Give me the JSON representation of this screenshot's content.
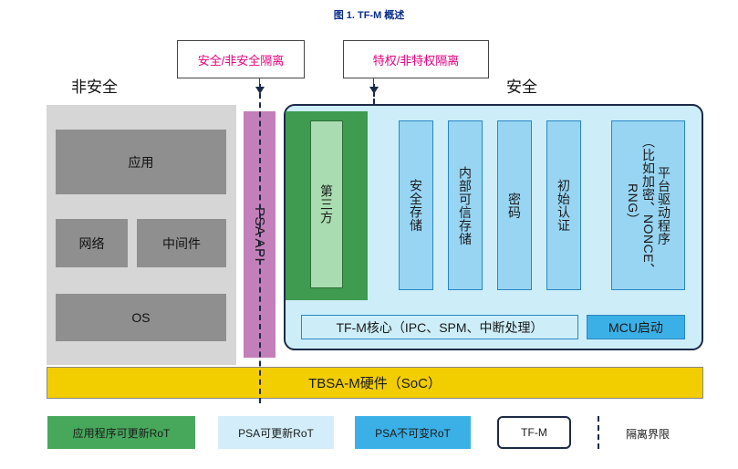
{
  "figure_title": "图 1. TF-M 概述",
  "callouts": {
    "secure_boundary": "安全/非安全隔离",
    "privilege_boundary": "特权/非特权隔离"
  },
  "zones": {
    "non_secure": "非安全",
    "secure": "安全"
  },
  "non_secure_blocks": {
    "application": "应用",
    "network": "网络",
    "middleware": "中间件",
    "os": "OS"
  },
  "psa_api": "PSA API",
  "third_party": "第三方",
  "secure_services": [
    "安全存储",
    "内部可信存储",
    "密码",
    "初始认证",
    "平台驱动程序\n（比如加密、NONCE、\nRNG）"
  ],
  "tfm_core": "TF-M核心（IPC、SPM、中断处理）",
  "mcu_boot": "MCU启动",
  "hardware": "TBSA-M硬件（SoC）",
  "legend": {
    "app_updatable": "应用程序可更新RoT",
    "psa_updatable": "PSA可更新RoT",
    "psa_immutable": "PSA不可变RoT",
    "tfm": "TF-M",
    "isolation_boundary": "隔离界限"
  },
  "colors": {
    "app_rot": "#47a85c",
    "psa_updatable_rot": "#98d5f3",
    "psa_immutable_rot": "#3bb0e6",
    "psa_api": "#c37fba",
    "hardware": "#f2cd00",
    "tfm_border": "#1b2a48"
  }
}
